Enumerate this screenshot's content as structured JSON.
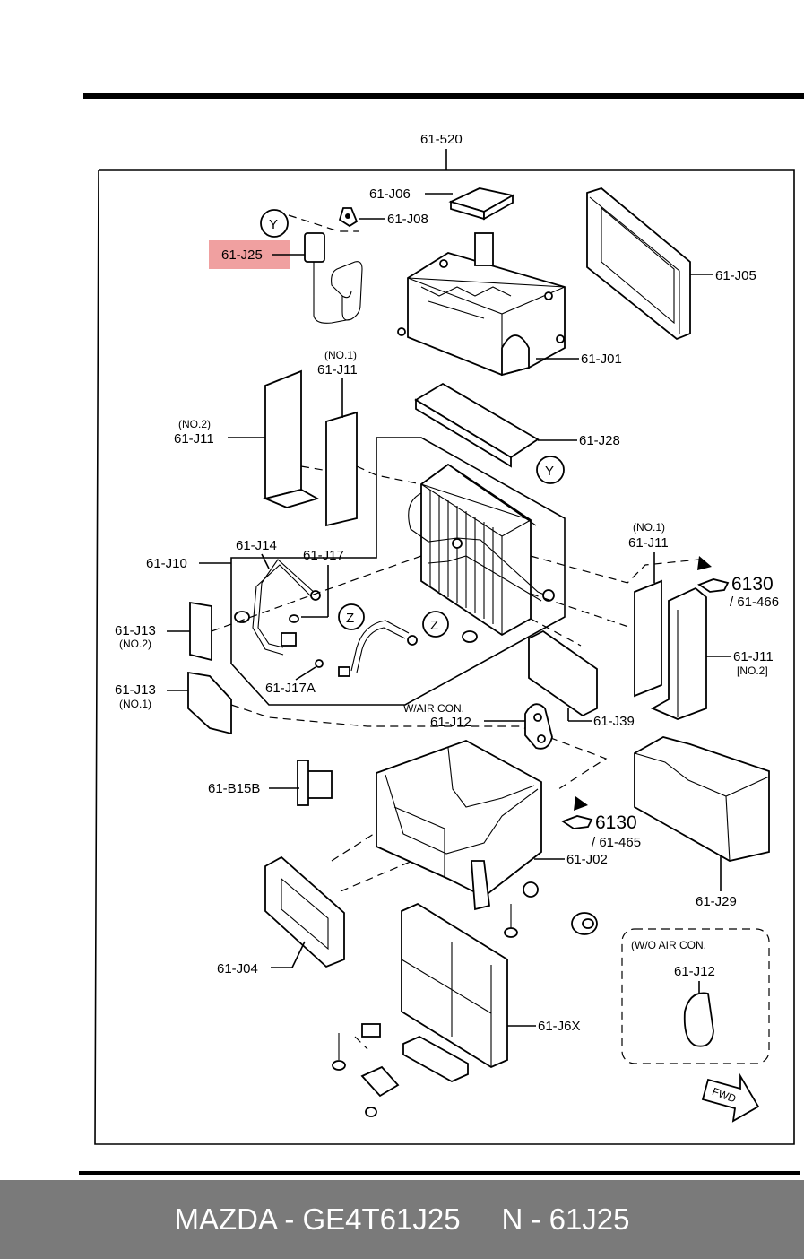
{
  "labels": {
    "top": "61-520",
    "j06": "61-J06",
    "j08": "61-J08",
    "j25": "61-J25",
    "j05": "61-J05",
    "j01": "61-J01",
    "j11_no1_tag": "(NO.1)",
    "j11_no1": "61-J11",
    "j11_no2_tag": "(NO.2)",
    "j11_no2": "61-J11",
    "j28": "61-J28",
    "j14": "61-J14",
    "j17": "61-J17",
    "j10": "61-J10",
    "j11r_no1_tag": "(NO.1)",
    "j11r_no1": "61-J11",
    "ref6130a": "6130",
    "ref466": "/ 61-466",
    "j11r_no2": "61-J11",
    "j11r_no2_tag": "[NO.2]",
    "j13_no2": "61-J13",
    "j13_no2_tag": "(NO.2)",
    "j13_no1": "61-J13",
    "j13_no1_tag": "(NO.1)",
    "j17a": "61-J17A",
    "waircon": "W/AIR CON.",
    "j12": "61-J12",
    "j39": "61-J39",
    "b15b": "61-B15B",
    "ref6130b": "6130",
    "ref465": "/ 61-465",
    "j02": "61-J02",
    "j29": "61-J29",
    "j04": "61-J04",
    "j6x": "61-J6X",
    "woaircon": "(W/O AIR CON.",
    "j12_inset": "61-J12",
    "fwd": "FWD",
    "y": "Y",
    "z": "Z"
  },
  "highlight_color": "#f0a0a0",
  "footer": {
    "left": "MAZDA - GE4T61J25",
    "right": "N - 61J25"
  }
}
